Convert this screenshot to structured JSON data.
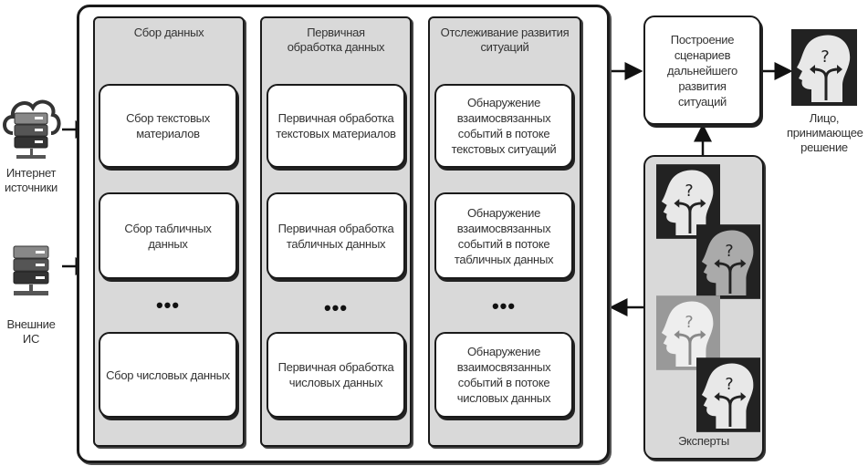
{
  "sources": [
    {
      "label_line1": "Интернет",
      "label_line2": "источники",
      "icon": "cloud-server-icon"
    },
    {
      "label_line1": "Внешние",
      "label_line2": "ИС",
      "icon": "server-icon"
    }
  ],
  "columns": [
    {
      "title": "Сбор данных",
      "nodes": [
        "Сбор текстовых материалов",
        "Сбор табличных данных",
        "Сбор числовых данных"
      ],
      "ellipsis": "•••"
    },
    {
      "title": "Первичная обработка данных",
      "nodes": [
        "Первичная обработка текстовых материалов",
        "Первичная обработка табличных данных",
        "Первичная обработка числовых данных"
      ],
      "ellipsis": "•••"
    },
    {
      "title": "Отслеживание развития ситуаций",
      "nodes": [
        "Обнаружение взаимосвязанных событий в потоке текстовых ситуаций",
        "Обнаружение взаимосвязанных событий в потоке табличных данных",
        "Обнаружение взаимосвязанных событий в потоке числовых данных"
      ],
      "ellipsis": "•••"
    }
  ],
  "scenario_box": "Построение сценариев дальнейшего развития ситуаций",
  "decision_maker": {
    "label": "Лицо, принимающее решение",
    "icon": "head-decision-icon"
  },
  "experts": {
    "label": "Эксперты",
    "icon": "head-decision-icon",
    "count": 4
  }
}
